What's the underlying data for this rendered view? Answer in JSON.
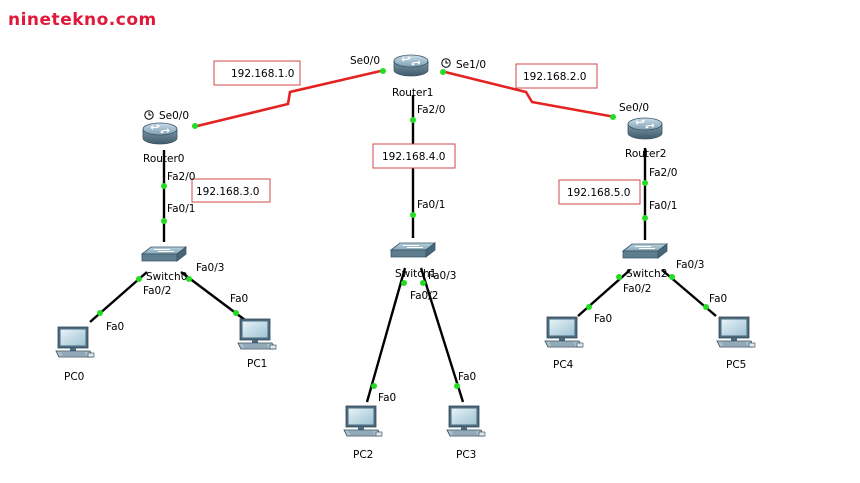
{
  "watermark": "ninetekno.com",
  "colors": {
    "serial_link": "#e52222",
    "ethernet_link": "#000000",
    "port_dot": "#22dd22",
    "net_box_border": "#d24a4a"
  },
  "devices": {
    "router0": "Router0",
    "router1": "Router1",
    "router2": "Router2",
    "switch0": "Switch0",
    "switch1": "Switch1",
    "switch2": "Switch2",
    "pc0": "PC0",
    "pc1": "PC1",
    "pc2": "PC2",
    "pc3": "PC3",
    "pc4": "PC4",
    "pc5": "PC5"
  },
  "networks": {
    "n1": "192.168.1.0",
    "n2": "192.168.2.0",
    "n3": "192.168.3.0",
    "n4": "192.168.4.0",
    "n5": "192.168.5.0"
  },
  "ports": {
    "r1_se00": "Se0/0",
    "r1_se10": "Se1/0",
    "r1_fa20": "Fa2/0",
    "r0_se00": "Se0/0",
    "r0_fa20": "Fa2/0",
    "r2_se00": "Se0/0",
    "r2_fa20": "Fa2/0",
    "sw0_fa01": "Fa0/1",
    "sw0_fa02": "Fa0/2",
    "sw0_fa03": "Fa0/3",
    "sw1_fa01": "Fa0/1",
    "sw1_fa02": "Fa0/2",
    "sw1_fa03": "Fa0/3",
    "sw2_fa01": "Fa0/1",
    "sw2_fa02": "Fa0/2",
    "sw2_fa03": "Fa0/3",
    "pc0_fa0": "Fa0",
    "pc1_fa0": "Fa0",
    "pc2_fa0": "Fa0",
    "pc3_fa0": "Fa0",
    "pc4_fa0": "Fa0",
    "pc5_fa0": "Fa0"
  }
}
